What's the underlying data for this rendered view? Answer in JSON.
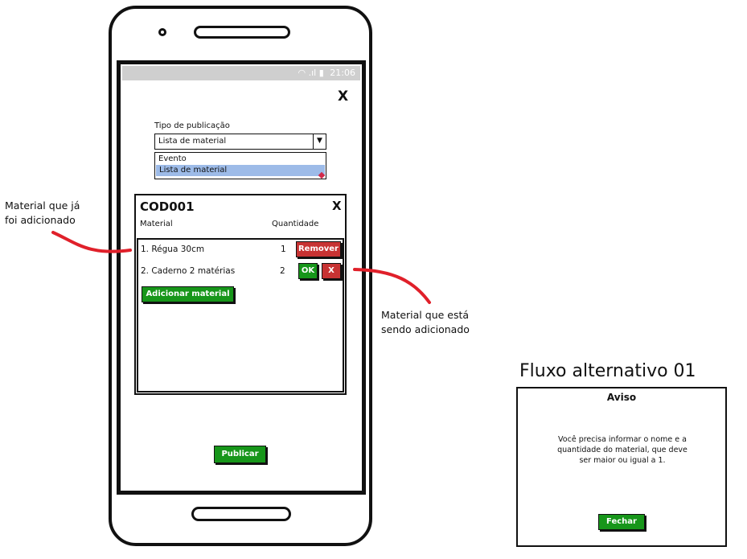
{
  "phone": {
    "status_time": "21:06",
    "close_label": "X",
    "form": {
      "type_label": "Tipo de publicação",
      "type_value": "Lista de material",
      "dropdown_options": [
        "Evento",
        "Lista de material"
      ],
      "dropdown_selected": "Lista de material"
    },
    "panel": {
      "title": "COD001",
      "close_label": "X",
      "col_material": "Material",
      "col_quantity": "Quantidade",
      "rows": [
        {
          "text": "1.  Régua 30cm",
          "qty": "1"
        },
        {
          "text": "2.  Caderno 2 matérias",
          "qty": "2"
        }
      ],
      "remove_label": "Remover",
      "ok_label": "OK",
      "cancel_label": "X",
      "add_label": "Adicionar material"
    },
    "publish_label": "Publicar"
  },
  "annotations": {
    "left_note": [
      "Material que já",
      "foi adicionado"
    ],
    "right_note": [
      "Material que está",
      "sendo adicionado"
    ],
    "line_color": "#e0202a"
  },
  "alt_flow": {
    "title": "Fluxo alternativo 01",
    "heading": "Aviso",
    "message": "Você precisa informar o nome e a quantidade do material, que deve ser maior ou igual a 1.",
    "close_label": "Fechar"
  },
  "colors": {
    "green": "#17961a",
    "red": "#c73333",
    "selected": "#9dbbe8",
    "statusbar": "#cfcfcf"
  }
}
